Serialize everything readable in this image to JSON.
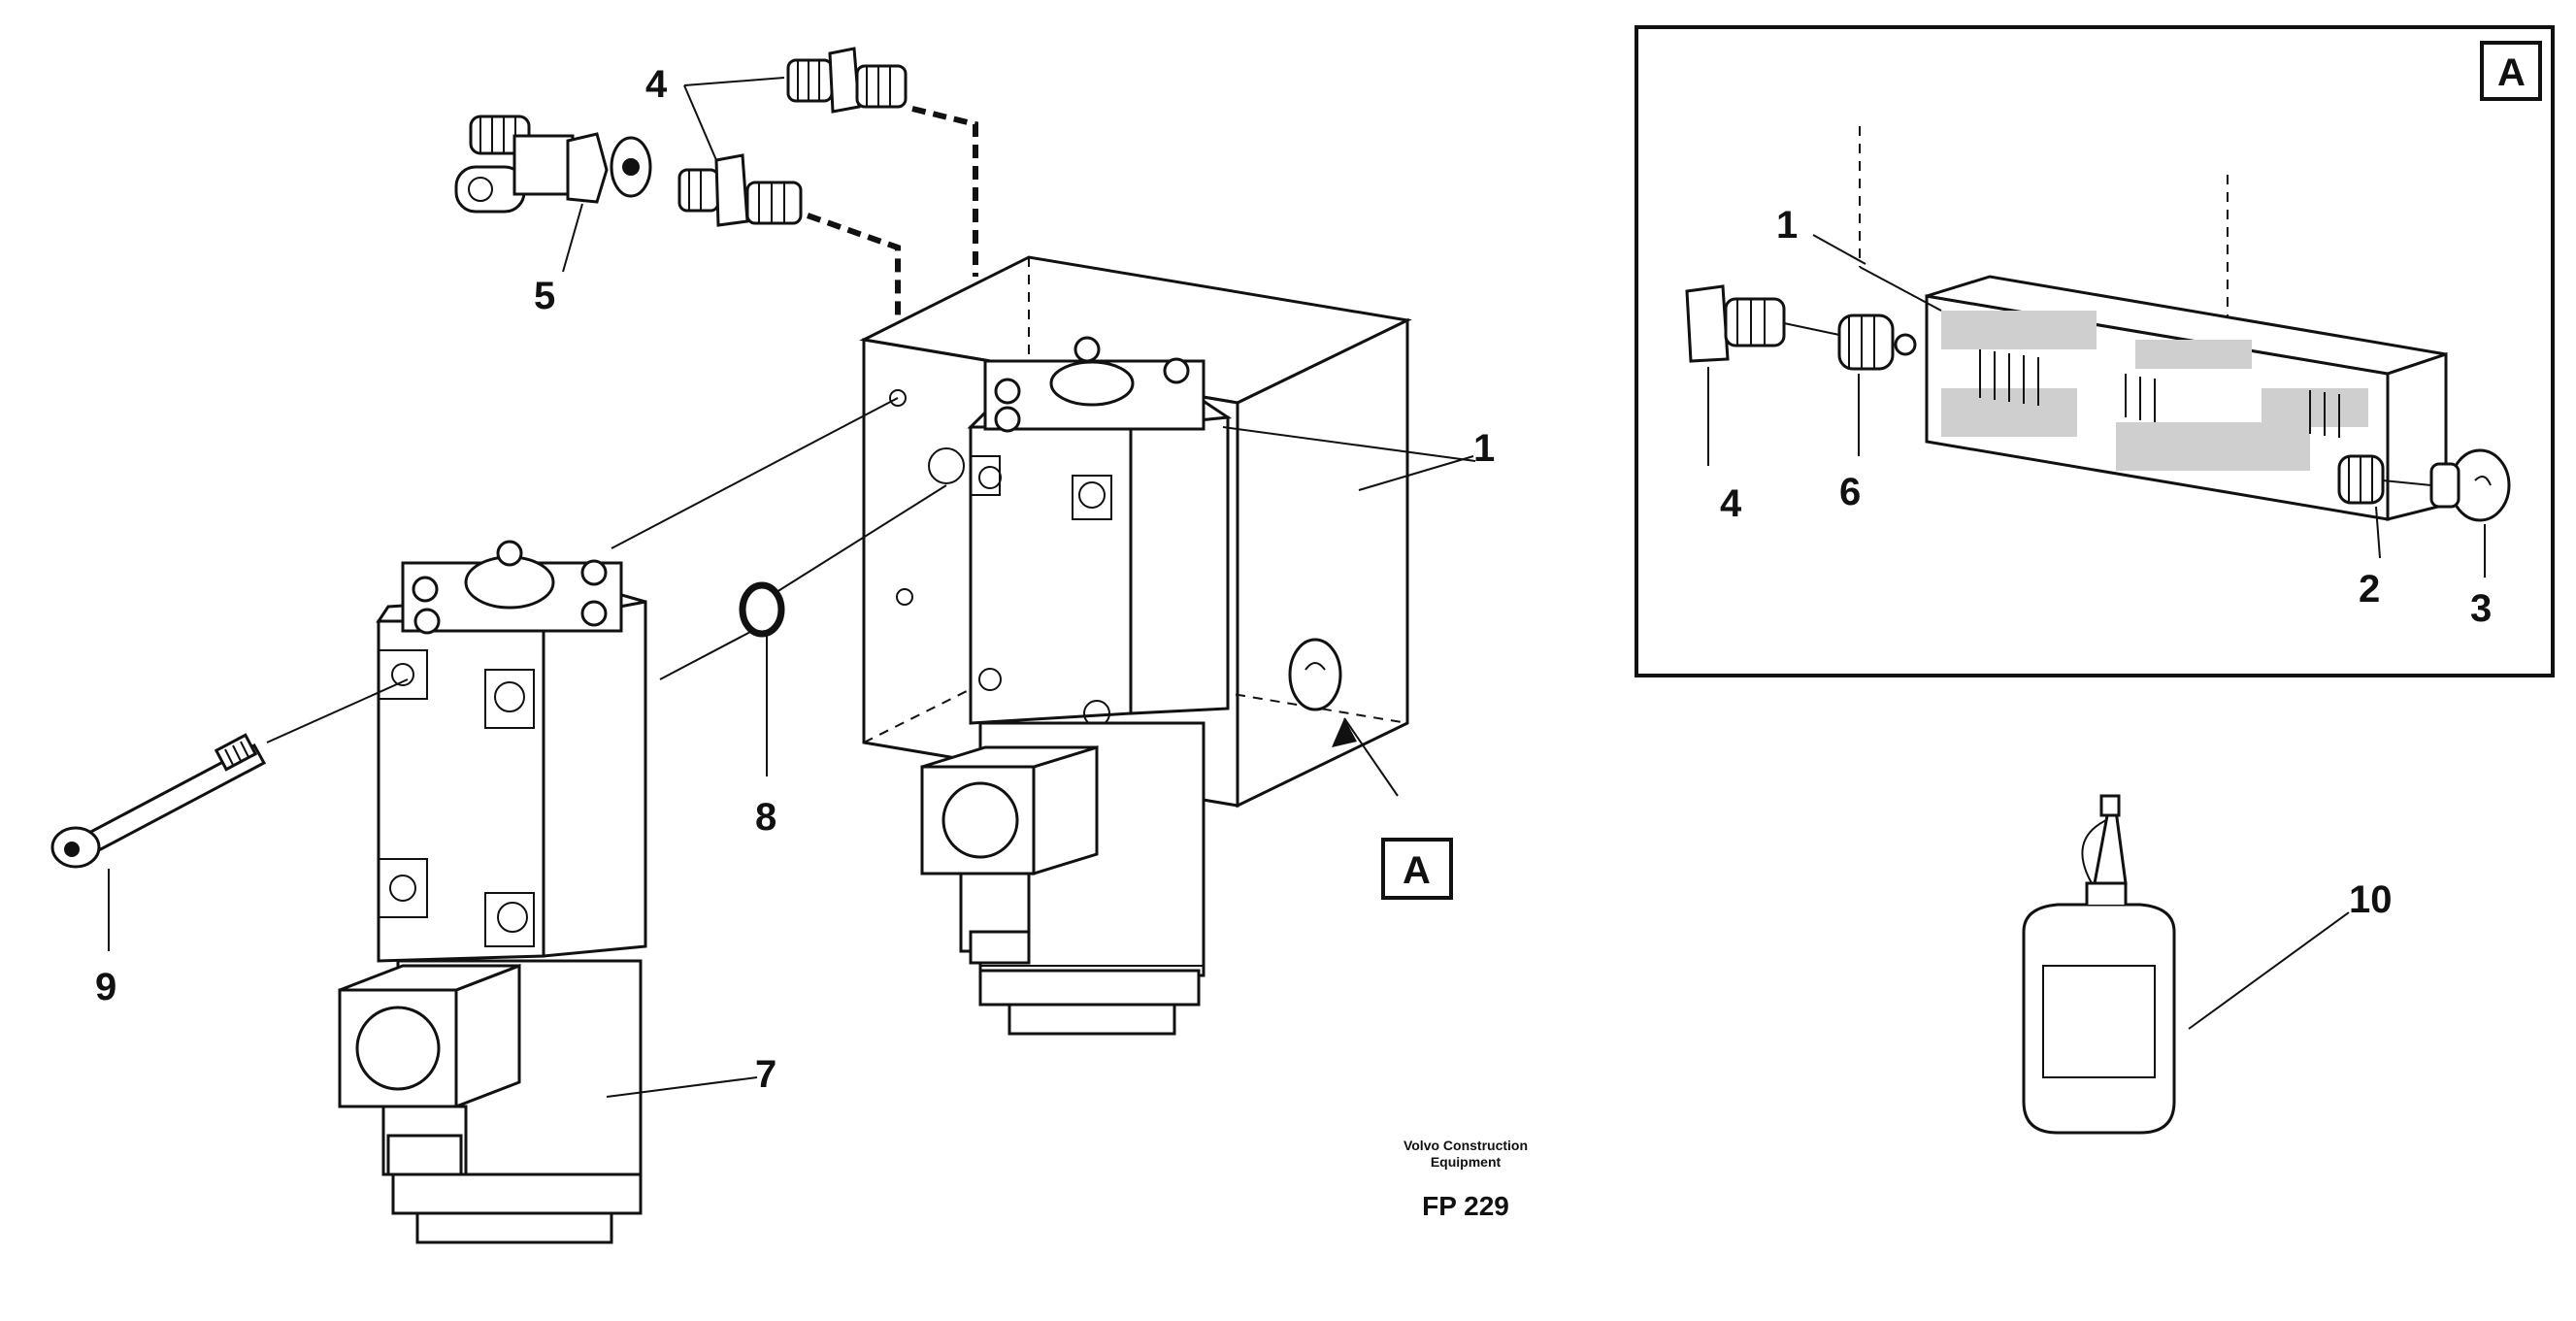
{
  "callouts": {
    "c1": "1",
    "c4": "4",
    "c5": "5",
    "c7": "7",
    "c8": "8",
    "c9": "9",
    "c10": "10",
    "detail_1": "1",
    "detail_2": "2",
    "detail_3": "3",
    "detail_4": "4",
    "detail_6": "6"
  },
  "detail_marker": "A",
  "detail_box_label": "A",
  "caption": {
    "line1": "Volvo Construction",
    "line2": "Equipment",
    "code": "FP 229"
  }
}
